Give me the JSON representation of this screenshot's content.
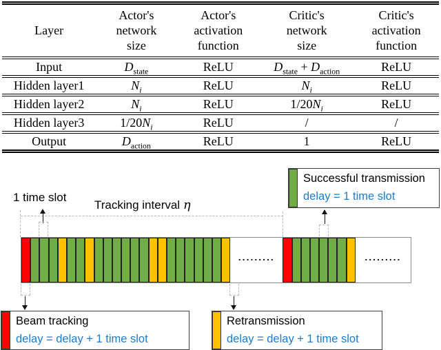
{
  "table": {
    "headers": {
      "layer": "Layer",
      "actor_size": [
        "Actor's",
        "network",
        "size"
      ],
      "actor_activation": [
        "Actor's",
        "activation",
        "function"
      ],
      "critic_size": [
        "Critic's",
        "network",
        "size"
      ],
      "critic_activation": [
        "Critic's",
        "activation",
        "function"
      ]
    },
    "rows": [
      {
        "layer": "Input",
        "actor_size": [
          {
            "t": "D",
            "i": 1
          },
          {
            "t": "state",
            "s": 1
          }
        ],
        "actor_activation": "ReLU",
        "critic_size": [
          {
            "t": "D",
            "i": 1
          },
          {
            "t": "state",
            "s": 1
          },
          {
            "t": " + "
          },
          {
            "t": "D",
            "i": 1
          },
          {
            "t": "action",
            "s": 1
          }
        ],
        "critic_activation": "ReLU"
      },
      {
        "layer": "Hidden layer1",
        "actor_size": [
          {
            "t": "N",
            "i": 1
          },
          {
            "t": "i",
            "s": 1,
            "i": 1
          }
        ],
        "actor_activation": "ReLU",
        "critic_size": [
          {
            "t": "N",
            "i": 1
          },
          {
            "t": "i",
            "s": 1,
            "i": 1
          }
        ],
        "critic_activation": "ReLU"
      },
      {
        "layer": "Hidden layer2",
        "actor_size": [
          {
            "t": "N",
            "i": 1
          },
          {
            "t": "i",
            "s": 1,
            "i": 1
          }
        ],
        "actor_activation": "ReLU",
        "critic_size": [
          {
            "t": "1/20"
          },
          {
            "t": "N",
            "i": 1
          },
          {
            "t": "i",
            "s": 1,
            "i": 1
          }
        ],
        "critic_activation": "ReLU"
      },
      {
        "layer": "Hidden layer3",
        "actor_size": [
          {
            "t": "1/20"
          },
          {
            "t": "N",
            "i": 1
          },
          {
            "t": "i",
            "s": 1,
            "i": 1
          }
        ],
        "actor_activation": "ReLU",
        "critic_size": [
          {
            "t": "/"
          }
        ],
        "critic_activation": "/"
      },
      {
        "layer": "Output",
        "actor_size": [
          {
            "t": "D",
            "i": 1
          },
          {
            "t": "action",
            "s": 1
          }
        ],
        "actor_activation": "ReLU",
        "critic_size": [
          {
            "t": "1"
          }
        ],
        "critic_activation": "ReLU"
      }
    ]
  },
  "diagram": {
    "labels": {
      "one_time_slot": "1 time slot",
      "tracking_interval": "Tracking interval ",
      "tracking_interval_symbol": "η"
    },
    "timeline": {
      "block1": "RGGGYGGYGGGGGGYYGGGGGGY",
      "block2": "RGGGGGGY",
      "ellipsis1": ".........",
      "ellipsis2": "........."
    },
    "legend": {
      "success": {
        "title": "Successful transmission",
        "delay": "delay = 1 time slot"
      },
      "beam": {
        "title": "Beam tracking",
        "delay": "delay = delay + 1 time slot"
      },
      "retx": {
        "title": "Retransmission",
        "delay": "delay = delay + 1 time slot"
      }
    },
    "colors": {
      "green": "#70AD47",
      "yellow": "#FFC000",
      "red": "#FF0000",
      "blue": "#1A7CCC"
    }
  }
}
